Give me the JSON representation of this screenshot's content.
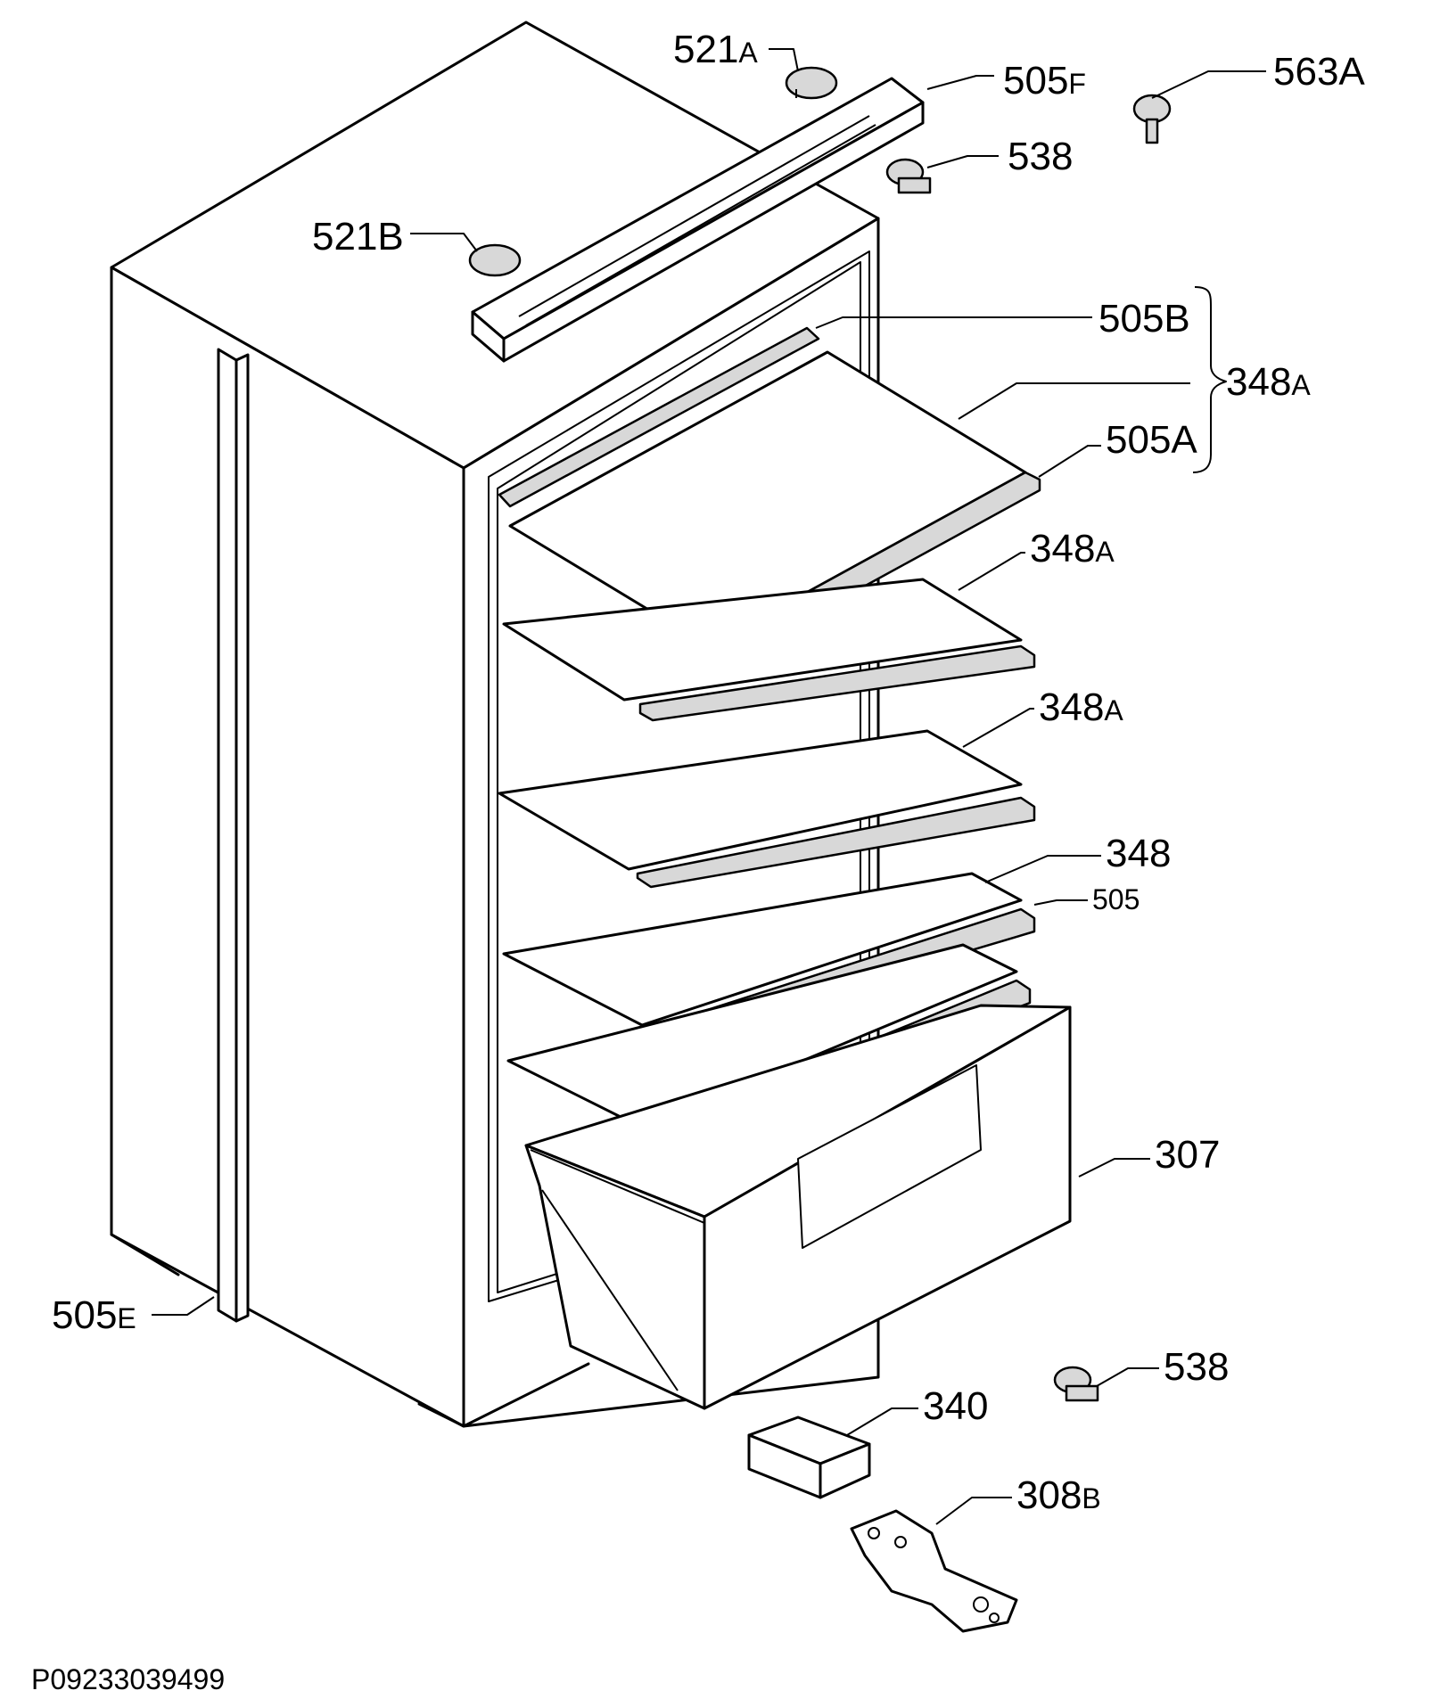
{
  "diagram": {
    "drawing_code": "P09233039499",
    "labels": [
      {
        "id": "521A",
        "num": "521",
        "suffix": "A"
      },
      {
        "id": "505F",
        "num": "505",
        "suffix": "F"
      },
      {
        "id": "563A",
        "num": "563",
        "suffix": "A"
      },
      {
        "id": "538-top",
        "num": "538",
        "suffix": ""
      },
      {
        "id": "521B",
        "num": "521",
        "suffix": "B"
      },
      {
        "id": "505B",
        "num": "505",
        "suffix": "B"
      },
      {
        "id": "348A-group",
        "num": "348",
        "suffix": "A"
      },
      {
        "id": "505A",
        "num": "505",
        "suffix": "A"
      },
      {
        "id": "348A-2",
        "num": "348",
        "suffix": "A"
      },
      {
        "id": "348A-3",
        "num": "348",
        "suffix": "A"
      },
      {
        "id": "348",
        "num": "348",
        "suffix": ""
      },
      {
        "id": "505",
        "num": "505",
        "suffix": ""
      },
      {
        "id": "307",
        "num": "307",
        "suffix": ""
      },
      {
        "id": "505E",
        "num": "505",
        "suffix": "E"
      },
      {
        "id": "538-bottom",
        "num": "538",
        "suffix": ""
      },
      {
        "id": "340",
        "num": "340",
        "suffix": ""
      },
      {
        "id": "308B",
        "num": "308",
        "suffix": "B"
      }
    ]
  }
}
